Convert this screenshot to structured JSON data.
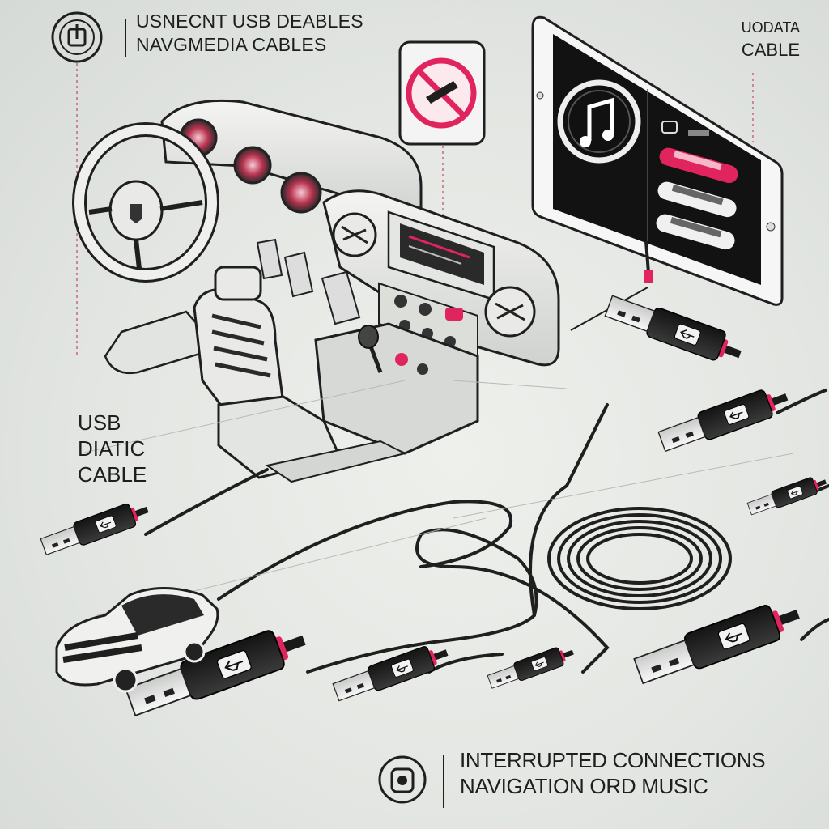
{
  "labels": {
    "top_left": [
      "USNECNT USB DEABLES",
      "NAVGMEDIA CABLES"
    ],
    "top_right": [
      "UODATA",
      "CABLE"
    ],
    "left": [
      "USB",
      "DIATIC",
      "CABLE"
    ],
    "bottom_right": [
      "INTERRUPTED CONNECTIONS",
      "NAVIGATION ORD MUSIC"
    ]
  },
  "icons": [
    "usb-badge-icon",
    "prohibited-icon",
    "music-note-icon",
    "usb-symbol-icon",
    "toggle-icon"
  ],
  "colors": {
    "accent": "#e0245e",
    "line": "#1f1f1f",
    "background": "#e6e9e5",
    "tablet_screen": "#111111"
  }
}
